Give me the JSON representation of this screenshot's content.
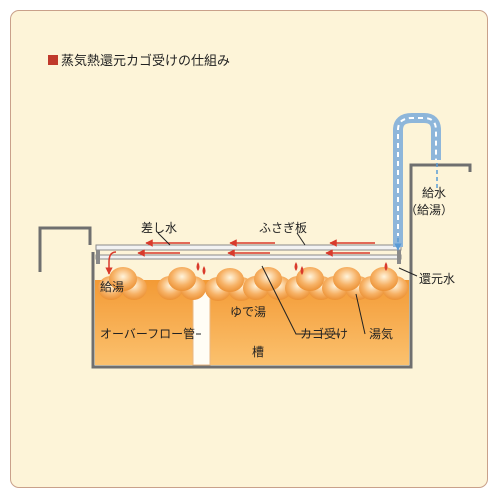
{
  "title": "蒸気熱還元カゴ受けの仕組み",
  "colors": {
    "background": "#fdf4d8",
    "frame_border": "#c9a08a",
    "title_marker": "#c0392b",
    "water": "#f6a23c",
    "steam": "#f4a04a",
    "pipe": "#8eb6da",
    "arrow": "#d93a2b"
  },
  "labels": {
    "sashimizu": "差し水",
    "lid": "ふさぎ板",
    "supply_water": "給水",
    "supply_hot": "（給湯）",
    "kanmizu": "還元水",
    "kyuto": "給湯",
    "boiling_water": "ゆで湯",
    "tank": "槽",
    "overflow_pipe": "オーバーフロー管",
    "basket_tray": "カゴ受け",
    "steam": "湯気"
  }
}
